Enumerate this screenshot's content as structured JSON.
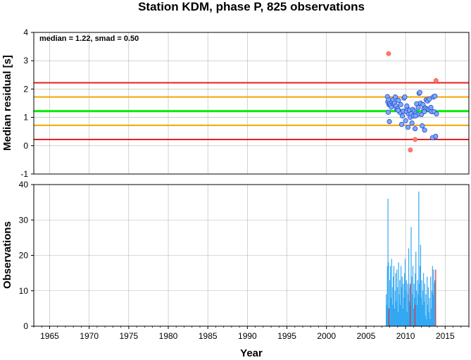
{
  "colors": {
    "grid": "#b4b4b4",
    "median_line": "#00ee00",
    "inner_band": "#f0a800",
    "outer_band": "#e62020",
    "normal_point_fill": "#7aaaf8",
    "normal_point_stroke": "#2a4cd0",
    "outlier_point_fill": "#ff7a70",
    "bar_normal": "#33a8f2",
    "bar_outlier": "#e03030"
  },
  "chart_data": [
    {
      "type": "scatter",
      "title": "Station KDM, phase P, 825 observations",
      "annotation": "median = 1.22, smad = 0.50",
      "xlabel": "",
      "ylabel": "Median residual [s]",
      "xlim": [
        1963,
        2018
      ],
      "ylim": [
        -1,
        4
      ],
      "yticks": [
        "-1",
        "0",
        "1",
        "2",
        "3",
        "4"
      ],
      "grid": true,
      "hlines": [
        {
          "name": "median",
          "y": 1.22
        },
        {
          "name": "median + 1 smad",
          "y": 1.72
        },
        {
          "name": "median - 1 smad",
          "y": 0.72
        },
        {
          "name": "median + 2 smad",
          "y": 2.22
        },
        {
          "name": "median - 2 smad",
          "y": 0.22
        }
      ],
      "points": [
        [
          2007.7,
          1.73
        ],
        [
          2007.75,
          1.55
        ],
        [
          2007.8,
          1.18
        ],
        [
          2007.85,
          1.62
        ],
        [
          2007.9,
          1.45
        ],
        [
          2008.0,
          1.48
        ],
        [
          2008.1,
          1.42
        ],
        [
          2008.2,
          1.36
        ],
        [
          2008.3,
          1.55
        ],
        [
          2008.4,
          1.62
        ],
        [
          2008.5,
          1.47
        ],
        [
          2008.6,
          1.5
        ],
        [
          2008.7,
          1.72
        ],
        [
          2008.8,
          1.4
        ],
        [
          2008.9,
          1.28
        ],
        [
          2009.0,
          1.3
        ],
        [
          2009.1,
          1.6
        ],
        [
          2009.2,
          1.22
        ],
        [
          2009.3,
          1.17
        ],
        [
          2009.4,
          1.45
        ],
        [
          2009.5,
          0.75
        ],
        [
          2009.6,
          1.05
        ],
        [
          2009.7,
          1.22
        ],
        [
          2009.8,
          1.68
        ],
        [
          2009.9,
          1.72
        ],
        [
          2010.0,
          0.88
        ],
        [
          2010.1,
          1.2
        ],
        [
          2010.2,
          1.32
        ],
        [
          2010.3,
          0.65
        ],
        [
          2010.4,
          1.12
        ],
        [
          2010.5,
          1.25
        ],
        [
          2010.6,
          1.0
        ],
        [
          2010.7,
          1.13
        ],
        [
          2010.8,
          0.8
        ],
        [
          2010.9,
          1.28
        ],
        [
          2011.0,
          1.05
        ],
        [
          2011.1,
          1.22
        ],
        [
          2011.2,
          0.6
        ],
        [
          2011.3,
          1.15
        ],
        [
          2011.4,
          1.48
        ],
        [
          2011.5,
          1.1
        ],
        [
          2011.6,
          1.35
        ],
        [
          2011.7,
          1.85
        ],
        [
          2011.8,
          1.88
        ],
        [
          2011.9,
          1.5
        ],
        [
          2012.0,
          1.1
        ],
        [
          2012.1,
          0.7
        ],
        [
          2012.2,
          1.45
        ],
        [
          2012.3,
          1.3
        ],
        [
          2012.4,
          0.55
        ],
        [
          2012.5,
          1.33
        ],
        [
          2012.6,
          1.62
        ],
        [
          2012.7,
          1.3
        ],
        [
          2012.8,
          1.58
        ],
        [
          2012.9,
          1.28
        ],
        [
          2013.0,
          1.65
        ],
        [
          2013.1,
          1.25
        ],
        [
          2013.2,
          1.35
        ],
        [
          2013.3,
          1.2
        ],
        [
          2013.4,
          0.28
        ],
        [
          2013.5,
          1.72
        ],
        [
          2013.6,
          1.2
        ],
        [
          2013.7,
          1.75
        ],
        [
          2013.8,
          0.33
        ],
        [
          2013.9,
          1.12
        ],
        [
          2007.95,
          0.85
        ],
        [
          2009.05,
          1.25
        ],
        [
          2010.15,
          1.4
        ],
        [
          2011.25,
          1.05
        ],
        [
          2012.35,
          1.2
        ]
      ],
      "outliers": [
        [
          2007.85,
          3.25
        ],
        [
          2010.6,
          -0.15
        ],
        [
          2011.2,
          0.22
        ],
        [
          2013.85,
          2.3
        ]
      ]
    },
    {
      "type": "bar",
      "title": "",
      "xlabel": "Year",
      "ylabel": "Observations",
      "xlim": [
        1963,
        2018
      ],
      "ylim": [
        0,
        40
      ],
      "xticks": [
        "1965",
        "1970",
        "1975",
        "1980",
        "1985",
        "1990",
        "1995",
        "2000",
        "2005",
        "2010",
        "2015"
      ],
      "yticks": [
        "0",
        "10",
        "20",
        "30",
        "40"
      ],
      "grid": true,
      "bars": [
        [
          2007.55,
          9
        ],
        [
          2007.62,
          6
        ],
        [
          2007.7,
          17
        ],
        [
          2007.77,
          36
        ],
        [
          2007.84,
          18
        ],
        [
          2007.92,
          5
        ],
        [
          2008.0,
          13
        ],
        [
          2008.08,
          17
        ],
        [
          2008.15,
          8
        ],
        [
          2008.23,
          19
        ],
        [
          2008.3,
          11
        ],
        [
          2008.38,
          6
        ],
        [
          2008.45,
          14
        ],
        [
          2008.52,
          17
        ],
        [
          2008.6,
          5
        ],
        [
          2008.68,
          10
        ],
        [
          2008.75,
          15
        ],
        [
          2008.82,
          7
        ],
        [
          2008.9,
          16
        ],
        [
          2008.97,
          11
        ],
        [
          2009.05,
          4
        ],
        [
          2009.12,
          18
        ],
        [
          2009.2,
          9
        ],
        [
          2009.27,
          13
        ],
        [
          2009.35,
          6
        ],
        [
          2009.42,
          17
        ],
        [
          2009.5,
          11
        ],
        [
          2009.57,
          14
        ],
        [
          2009.65,
          5
        ],
        [
          2009.72,
          12
        ],
        [
          2009.8,
          8
        ],
        [
          2009.87,
          15
        ],
        [
          2009.95,
          19
        ],
        [
          2010.02,
          10
        ],
        [
          2010.1,
          13
        ],
        [
          2010.17,
          4
        ],
        [
          2010.25,
          12
        ],
        [
          2010.32,
          9
        ],
        [
          2010.4,
          22
        ],
        [
          2010.47,
          7
        ],
        [
          2010.55,
          11
        ],
        [
          2010.62,
          6
        ],
        [
          2010.7,
          28
        ],
        [
          2010.77,
          14
        ],
        [
          2010.85,
          9
        ],
        [
          2010.92,
          17
        ],
        [
          2011.0,
          5
        ],
        [
          2011.07,
          12
        ],
        [
          2011.15,
          8
        ],
        [
          2011.22,
          15
        ],
        [
          2011.3,
          21
        ],
        [
          2011.37,
          10
        ],
        [
          2011.45,
          6
        ],
        [
          2011.52,
          13
        ],
        [
          2011.6,
          9
        ],
        [
          2011.67,
          38
        ],
        [
          2011.75,
          12
        ],
        [
          2011.82,
          17
        ],
        [
          2011.9,
          23
        ],
        [
          2011.97,
          8
        ],
        [
          2012.05,
          13
        ],
        [
          2012.12,
          6
        ],
        [
          2012.2,
          10
        ],
        [
          2012.27,
          15
        ],
        [
          2012.35,
          7
        ],
        [
          2012.42,
          12
        ],
        [
          2012.5,
          3
        ],
        [
          2012.57,
          9
        ],
        [
          2012.65,
          2
        ],
        [
          2012.72,
          14
        ],
        [
          2012.8,
          6
        ],
        [
          2012.87,
          11
        ],
        [
          2012.95,
          4
        ],
        [
          2013.02,
          8
        ],
        [
          2013.1,
          2
        ],
        [
          2013.17,
          14
        ],
        [
          2013.25,
          5
        ],
        [
          2013.32,
          10
        ],
        [
          2013.4,
          17
        ],
        [
          2013.47,
          9
        ],
        [
          2013.55,
          16
        ],
        [
          2013.62,
          12
        ],
        [
          2013.7,
          13
        ]
      ],
      "outlier_bars": [
        [
          2007.88,
          5
        ],
        [
          2010.58,
          12
        ],
        [
          2011.18,
          6
        ],
        [
          2013.8,
          16
        ]
      ]
    }
  ]
}
